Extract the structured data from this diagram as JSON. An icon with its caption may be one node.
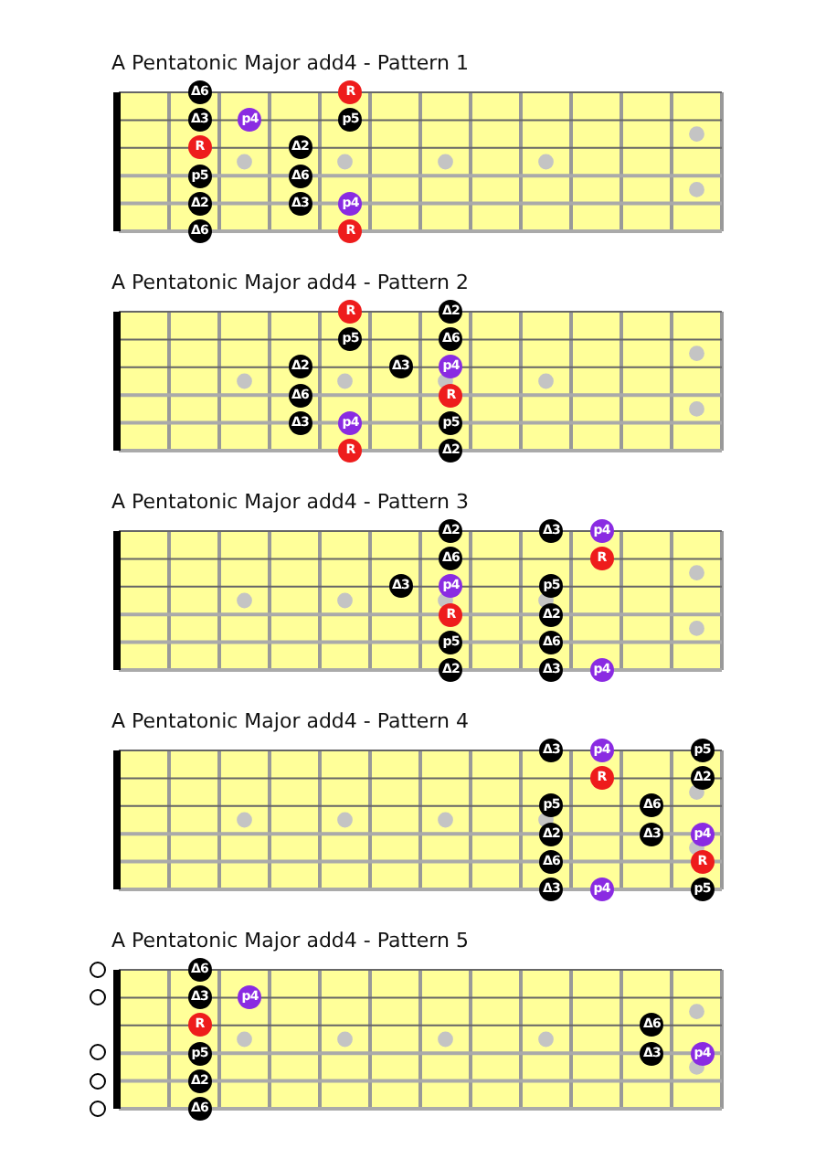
{
  "diagram": {
    "nodes": [
      {
        "text": [
          "A Pentatonic Major add4 - Pattern 1"
        ]
      },
      {
        "text": [
          "Δ6"
        ],
        "in": 0
      },
      {
        "text": [
          "R"
        ],
        "in": 0
      },
      {
        "text": [
          "Δ3"
        ],
        "in": 0
      },
      {
        "text": [
          "p4"
        ],
        "in": 0
      },
      {
        "text": [
          "p5"
        ],
        "in": 0
      },
      {
        "text": [
          "R"
        ],
        "in": 0
      },
      {
        "text": [
          "Δ2"
        ],
        "in": 0
      },
      {
        "text": [
          "p5"
        ],
        "in": 0
      },
      {
        "text": [
          "Δ6"
        ],
        "in": 0
      },
      {
        "text": [
          "Δ2"
        ],
        "in": 0
      },
      {
        "text": [
          "Δ3"
        ],
        "in": 0
      },
      {
        "text": [
          "p4"
        ],
        "in": 0
      },
      {
        "text": [
          "Δ6"
        ],
        "in": 0
      },
      {
        "text": [
          "R"
        ],
        "in": 0
      },
      {
        "text": [
          "A Pentatonic Major add4 - Pattern 2"
        ]
      },
      {
        "text": [
          "R"
        ],
        "in": 15
      },
      {
        "text": [
          "Δ2"
        ],
        "in": 15
      },
      {
        "text": [
          "p5"
        ],
        "in": 15
      },
      {
        "text": [
          "Δ6"
        ],
        "in": 15
      },
      {
        "text": [
          "Δ2"
        ],
        "in": 15
      },
      {
        "text": [
          "Δ3"
        ],
        "in": 15
      },
      {
        "text": [
          "p4"
        ],
        "in": 15
      },
      {
        "text": [
          "Δ6"
        ],
        "in": 15
      },
      {
        "text": [
          "R"
        ],
        "in": 15
      },
      {
        "text": [
          "Δ3"
        ],
        "in": 15
      },
      {
        "text": [
          "p4"
        ],
        "in": 15
      },
      {
        "text": [
          "p5"
        ],
        "in": 15
      },
      {
        "text": [
          "R"
        ],
        "in": 15
      },
      {
        "text": [
          "Δ2"
        ],
        "in": 15
      },
      {
        "text": [
          "A Pentatonic Major add4 - Pattern 3"
        ]
      },
      {
        "text": [
          "Δ2"
        ],
        "in": 30
      },
      {
        "text": [
          "Δ3"
        ],
        "in": 30
      },
      {
        "text": [
          "p4"
        ],
        "in": 30
      },
      {
        "text": [
          "Δ6"
        ],
        "in": 30
      },
      {
        "text": [
          "R"
        ],
        "in": 30
      },
      {
        "text": [
          "Δ3"
        ],
        "in": 30
      },
      {
        "text": [
          "p4"
        ],
        "in": 30
      },
      {
        "text": [
          "p5"
        ],
        "in": 30
      },
      {
        "text": [
          "R"
        ],
        "in": 30
      },
      {
        "text": [
          "Δ2"
        ],
        "in": 30
      },
      {
        "text": [
          "p5"
        ],
        "in": 30
      },
      {
        "text": [
          "Δ6"
        ],
        "in": 30
      },
      {
        "text": [
          "Δ2"
        ],
        "in": 30
      },
      {
        "text": [
          "Δ3"
        ],
        "in": 30
      },
      {
        "text": [
          "p4"
        ],
        "in": 30
      },
      {
        "text": [
          "A Pentatonic Major add4 - Pattern 4"
        ]
      },
      {
        "text": [
          "Δ3"
        ],
        "in": 46
      },
      {
        "text": [
          "p4"
        ],
        "in": 46
      },
      {
        "text": [
          "p5"
        ],
        "in": 46
      },
      {
        "text": [
          "R"
        ],
        "in": 46
      },
      {
        "text": [
          "Δ2"
        ],
        "in": 46
      },
      {
        "text": [
          "p5"
        ],
        "in": 46
      },
      {
        "text": [
          "Δ6"
        ],
        "in": 46
      },
      {
        "text": [
          "Δ2"
        ],
        "in": 46
      },
      {
        "text": [
          "Δ3"
        ],
        "in": 46
      },
      {
        "text": [
          "p4"
        ],
        "in": 46
      },
      {
        "text": [
          "Δ6"
        ],
        "in": 46
      },
      {
        "text": [
          "R"
        ],
        "in": 46
      },
      {
        "text": [
          "Δ3"
        ],
        "in": 46
      },
      {
        "text": [
          "p4"
        ],
        "in": 46
      },
      {
        "text": [
          "p5"
        ],
        "in": 46
      },
      {
        "text": [
          "A Pentatonic Major add4 - Pattern 5"
        ]
      },
      {
        "text": [],
        "shape": "circle"
      },
      {
        "text": [
          "Δ6"
        ],
        "in": 62
      },
      {
        "text": [],
        "shape": "circle"
      },
      {
        "text": [
          "Δ3"
        ],
        "in": 62
      },
      {
        "text": [
          "p4"
        ],
        "in": 62
      },
      {
        "text": [
          "R"
        ],
        "in": 62
      },
      {
        "text": [
          "Δ6"
        ],
        "in": 62
      },
      {
        "text": [],
        "shape": "circle"
      },
      {
        "text": [
          "p5"
        ],
        "in": 62
      },
      {
        "text": [
          "Δ3"
        ],
        "in": 62
      },
      {
        "text": [
          "p4"
        ],
        "in": 62
      },
      {
        "text": [],
        "shape": "circle"
      },
      {
        "text": [
          "Δ2"
        ],
        "in": 62
      },
      {
        "text": [],
        "shape": "circle"
      },
      {
        "text": [
          "Δ6"
        ],
        "in": 62
      }
    ]
  }
}
